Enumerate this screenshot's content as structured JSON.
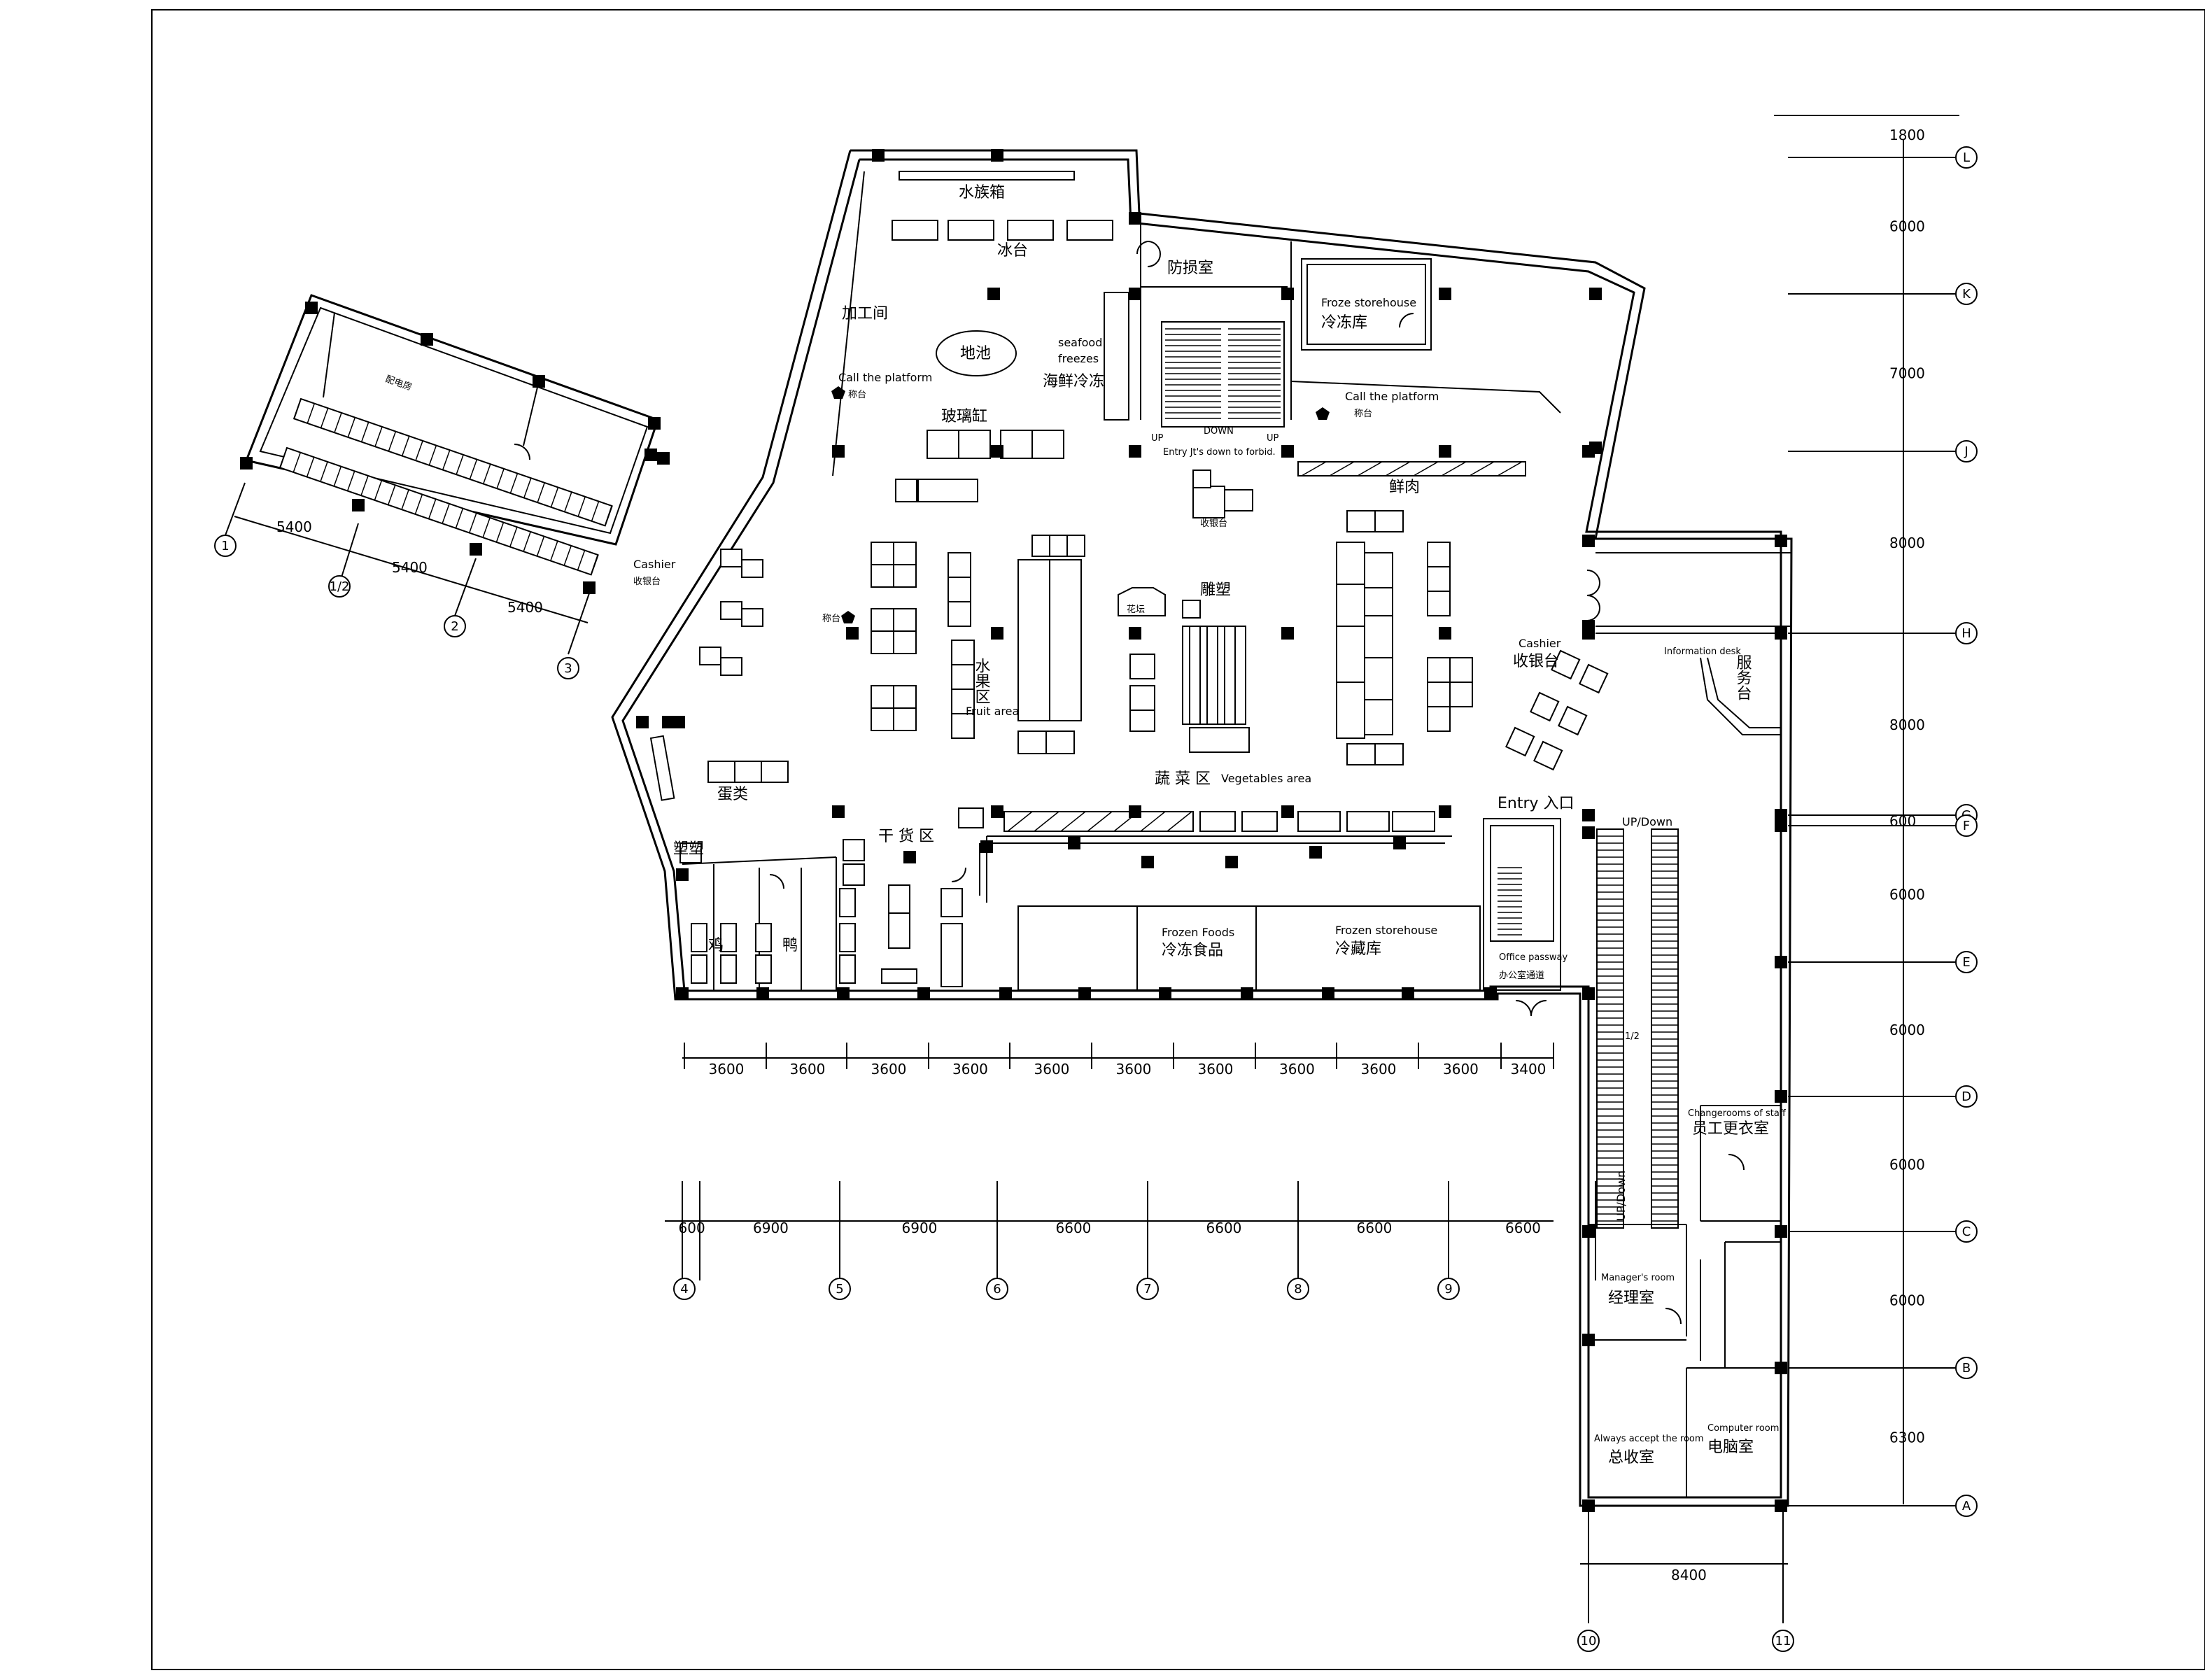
{
  "labels": {
    "aquarium": "水族箱",
    "ice_table": "冰台",
    "processing_room": "加工间",
    "pond": "地池",
    "damage_room": "防损室",
    "froze_storehouse_en": "Froze storehouse",
    "froze_storehouse_cn": "冷冻库",
    "seafood_freezers_en_1": "seafood",
    "seafood_freezers_en_2": "freezes",
    "seafood_freezers_cn": "海鲜冷冻",
    "call_platform_left_en": "Call the platform",
    "call_platform_left_cn": "称台",
    "call_platform_right_en": "Call the platform",
    "call_platform_right_cn": "称台",
    "glass_tank": "玻璃缸",
    "fresh_meat": "鲜肉",
    "escalator_up_left": "UP",
    "escalator_down": "DOWN",
    "escalator_up_right": "UP",
    "entry_forbid": "Entry Jt's down to forbid.",
    "cashier_center": "收银台",
    "cashier_left_en": "Cashier",
    "cashier_left_cn": "收银台",
    "scale": "称台",
    "fruit_cn": "水果区",
    "fruit_en": "Fruit area",
    "sculpture": "雕塑",
    "display": "花坛",
    "vegetables_cn": "蔬 菜 区",
    "vegetables_en": "Vegetables area",
    "cashier_right_en": "Cashier",
    "cashier_right_cn": "收银台",
    "info_desk_en": "Information desk",
    "info_desk_cn": "服务台",
    "eggs": "蛋类",
    "plastic": "塑塑",
    "dry_goods": "干 货 区",
    "chicken": "鸡",
    "duck": "鸭",
    "frozen_foods_en": "Frozen Foods",
    "frozen_foods_cn": "冷冻食品",
    "frozen_storehouse_en": "Frozen storehouse",
    "frozen_storehouse_cn": "冷藏库",
    "entry": "Entry 入口",
    "up_down_top": "UP/Down",
    "up_down_bottom": "UP/Down",
    "office_passway_en": "Office passway",
    "office_passway_cn": "办公室通道",
    "changeroom_en": "Changerooms of staff",
    "changeroom_cn": "员工更衣室",
    "manager_en": "Manager's room",
    "manager_cn": "经理室",
    "accept_en": "Always accept the room",
    "accept_cn": "总收室",
    "computer_en": "Computer room",
    "computer_cn": "电脑室",
    "distribution": "配电房",
    "stair_note": "1/2"
  },
  "dims": {
    "diag": [
      "5400",
      "5400",
      "5400"
    ],
    "bottom_row1": [
      "3600",
      "3600",
      "3600",
      "3600",
      "3600",
      "3600",
      "3600",
      "3600",
      "3600",
      "3600",
      "3400"
    ],
    "bottom_row2": [
      "600",
      "6900",
      "6900",
      "6600",
      "6600",
      "6600",
      "6600"
    ],
    "right": [
      "1800",
      "6000",
      "7000",
      "8000",
      "8000",
      "600",
      "6000",
      "6000",
      "6000",
      "6000",
      "6300"
    ],
    "bottom_right": "8400"
  },
  "axes": {
    "diag": [
      "1",
      "1/2",
      "2",
      "3"
    ],
    "bottom": [
      "4",
      "5",
      "6",
      "7",
      "8",
      "9"
    ],
    "right": [
      "L",
      "K",
      "J",
      "H",
      "G",
      "F",
      "E",
      "D",
      "C",
      "B",
      "A"
    ],
    "bottom_right": [
      "10",
      "11"
    ]
  }
}
